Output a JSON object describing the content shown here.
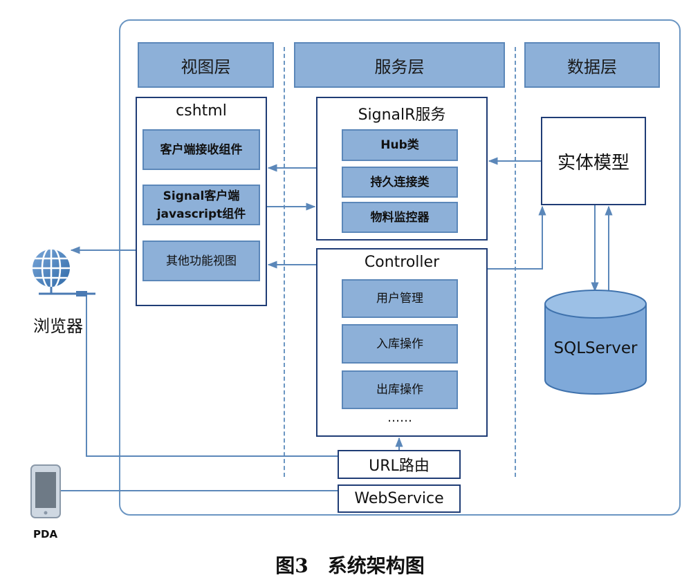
{
  "layers": {
    "view": "视图层",
    "service": "服务层",
    "data": "数据层"
  },
  "cshtml": {
    "title": "cshtml",
    "receiver": "客户端接收组件",
    "signal_client_line1": "Signal客户端",
    "signal_client_line2": "javascript组件",
    "other_views": "其他功能视图"
  },
  "signalr": {
    "title": "SignalR服务",
    "hub": "Hub类",
    "persistent": "持久连接类",
    "monitor": "物料监控器"
  },
  "controller": {
    "title": "Controller",
    "user_mgmt": "用户管理",
    "inbound": "入库操作",
    "outbound": "出库操作",
    "more": "……"
  },
  "entity": {
    "label": "实体模型"
  },
  "database": {
    "label": "SQLServer"
  },
  "url_route": "URL路由",
  "webservice": "WebService",
  "browser": {
    "label": "浏览器",
    "icon": "globe-icon"
  },
  "pda": {
    "label": "PDA",
    "icon": "phone-icon"
  },
  "caption": "图3　系统架构图",
  "colors": {
    "header_fill": "#8db0d8",
    "inner_fill": "#8db0d8",
    "box_border": "#1f3c75",
    "wire": "#5b87b9"
  }
}
